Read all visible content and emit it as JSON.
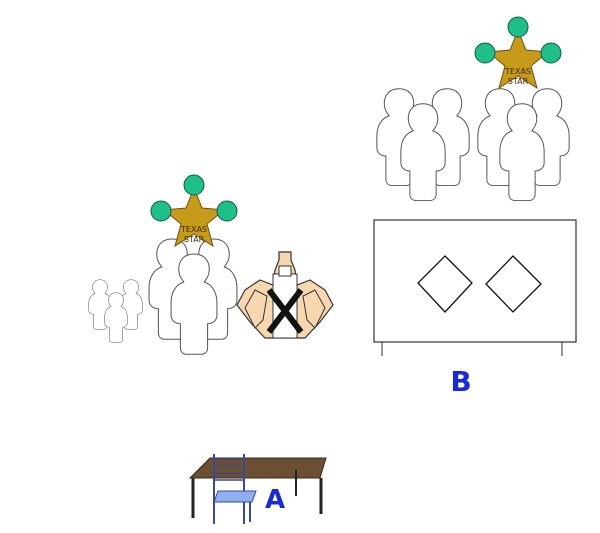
{
  "badges": {
    "line1": "TEXAS",
    "line2": "STAR"
  },
  "labels": {
    "a": "A",
    "b": "B"
  },
  "crossed_mark": "X",
  "colors": {
    "badge_gold": "#c89a1a",
    "badge_dot": "#1fbf8a",
    "label_blue": "#1a2bd6",
    "tan_figure": "#f6d7b0",
    "table_wood": "#6b5033",
    "chair_seat": "#8fb0f0",
    "chair_frame": "#3a4a8a"
  }
}
